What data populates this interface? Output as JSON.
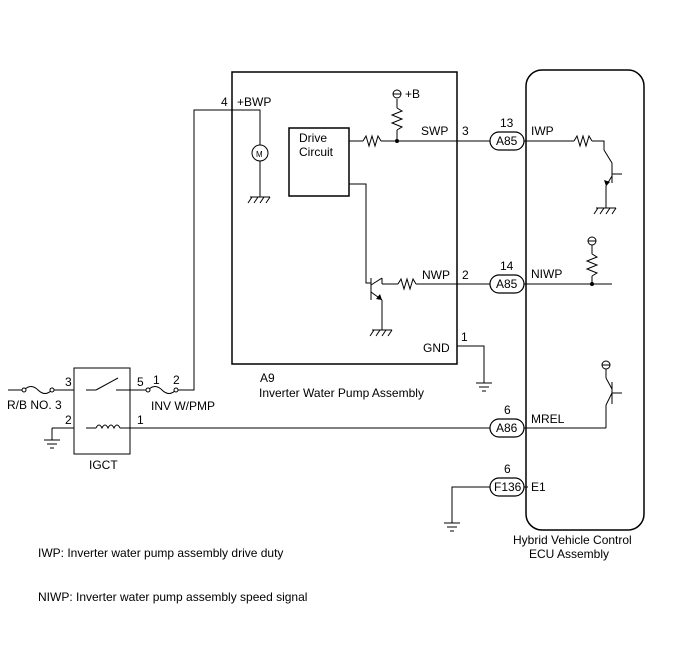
{
  "labels": {
    "pin_4": "4",
    "plus_bwp": "+BWP",
    "plus_b": "+B",
    "drive_circuit_line1": "Drive",
    "drive_circuit_line2": "Circuit",
    "motor": "M",
    "swp": "SWP",
    "pin_3": "3",
    "nwp": "NWP",
    "pin_2_nwp": "2",
    "gnd": "GND",
    "pin_1_gnd": "1",
    "a9": "A9",
    "inverter_pump_assembly": "Inverter Water Pump Assembly",
    "rb_no3": "R/B NO. 3",
    "relay_pin_3": "3",
    "relay_pin_5": "5",
    "relay_pin_2": "2",
    "relay_pin_1": "1",
    "fuse_pin_1": "1",
    "fuse_pin_2": "2",
    "inv_wpmp": "INV W/PMP",
    "igct": "IGCT",
    "conn_a85_top_pin": "13",
    "conn_a85_top": "A85",
    "conn_a85_bottom_pin": "14",
    "conn_a85_bottom": "A85",
    "conn_a86_pin": "6",
    "conn_a86": "A86",
    "conn_f136_pin": "6",
    "conn_f136": "F136",
    "iwp": "IWP",
    "niwp": "NIWP",
    "mrel": "MREL",
    "e1": "E1",
    "ecu_line1": "Hybrid Vehicle Control",
    "ecu_line2": "ECU Assembly"
  },
  "legend": {
    "iwp_desc": "IWP: Inverter water pump assembly drive duty",
    "niwp_desc": "NIWP: Inverter water pump assembly speed signal"
  }
}
